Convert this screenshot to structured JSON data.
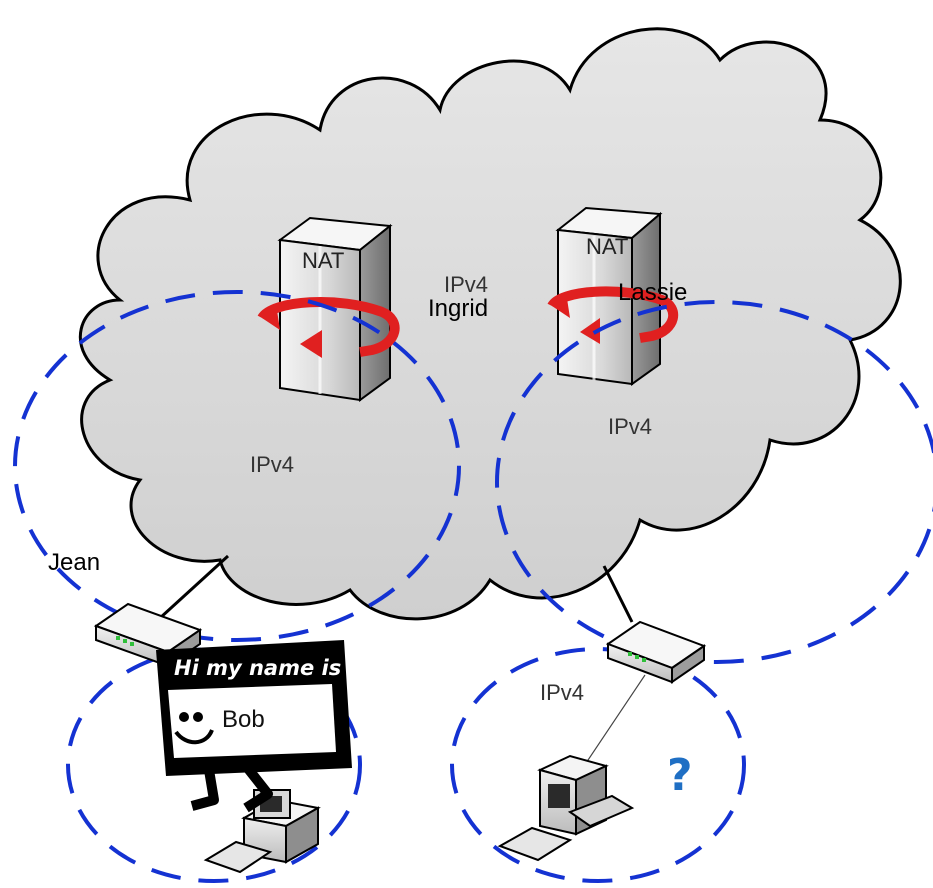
{
  "cloud": {
    "label": "IPv4"
  },
  "nat_devices": [
    {
      "tag": "NAT",
      "name": "Ingrid"
    },
    {
      "tag": "NAT",
      "name": "Lassie"
    }
  ],
  "zones": {
    "left_big": "IPv4",
    "right_big": "IPv4",
    "right_small": "IPv4"
  },
  "routers": {
    "left_name": "Jean"
  },
  "name_tag": {
    "header": "Hi my name is",
    "name": "Bob"
  },
  "unknown_marker": "?",
  "colors": {
    "dashed_circle": "#1432d2",
    "nat_arrow": "#e02020",
    "question_mark": "#1f6fc4",
    "cloud_fill": "#d6d6d6"
  }
}
